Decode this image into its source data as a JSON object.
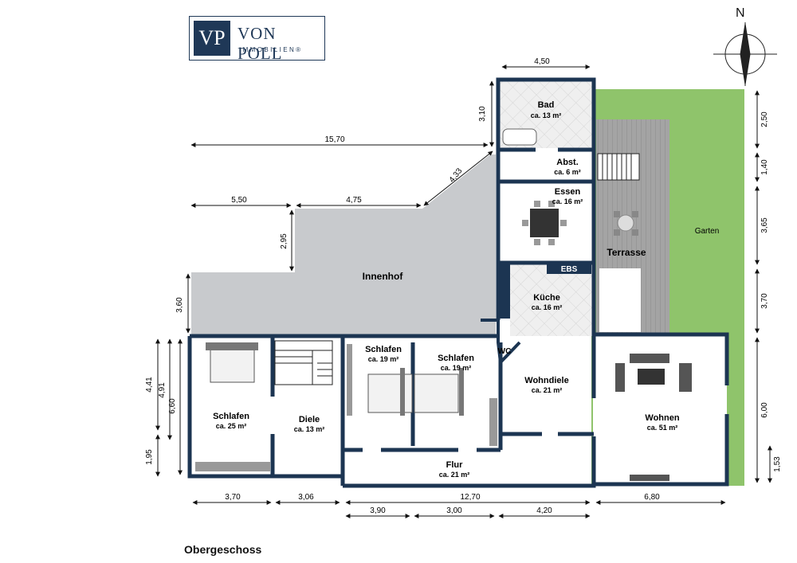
{
  "logo": {
    "monogram": "VP",
    "brand": "VON POLL",
    "subtitle": "IMMOBILIEN®"
  },
  "floor_label": "Obergeschoss",
  "compass_label": "N",
  "colors": {
    "wall": "#1c3552",
    "courtyard": "#c8cacd",
    "garden": "#8fc46b",
    "tile": "#ececec",
    "terrace": "#9e9e9e"
  },
  "rooms": [
    {
      "id": "bad",
      "name": "Bad",
      "area": "ca. 13 m²"
    },
    {
      "id": "abst",
      "name": "Abst.",
      "area": "ca. 6 m²"
    },
    {
      "id": "essen",
      "name": "Essen",
      "area": "ca. 16 m²"
    },
    {
      "id": "kueche",
      "name": "Küche",
      "area": "ca. 16 m²"
    },
    {
      "id": "ebs",
      "name": "EBS",
      "area": ""
    },
    {
      "id": "wc",
      "name": "WC",
      "area": ""
    },
    {
      "id": "innenhof",
      "name": "Innenhof",
      "area": ""
    },
    {
      "id": "terrasse",
      "name": "Terrasse",
      "area": ""
    },
    {
      "id": "garten",
      "name": "Garten",
      "area": ""
    },
    {
      "id": "schlafen1",
      "name": "Schlafen",
      "area": "ca. 25 m²"
    },
    {
      "id": "diele",
      "name": "Diele",
      "area": "ca. 13 m²"
    },
    {
      "id": "schlafen2",
      "name": "Schlafen",
      "area": "ca. 19 m²"
    },
    {
      "id": "schlafen3",
      "name": "Schlafen",
      "area": "ca. 19 m²"
    },
    {
      "id": "wohndiele",
      "name": "Wohndiele",
      "area": "ca. 21 m²"
    },
    {
      "id": "wohnen",
      "name": "Wohnen",
      "area": "ca. 51 m²"
    },
    {
      "id": "flur",
      "name": "Flur",
      "area": "ca. 21 m²"
    }
  ],
  "dimensions": [
    {
      "id": "top-bad",
      "label": "4,50"
    },
    {
      "id": "bad-height",
      "label": "3,10"
    },
    {
      "id": "court-top",
      "label": "15,70"
    },
    {
      "id": "court-diag",
      "label": "4,33"
    },
    {
      "id": "court-left",
      "label": "5,50"
    },
    {
      "id": "court-mid",
      "label": "4,75"
    },
    {
      "id": "court-step",
      "label": "2,95"
    },
    {
      "id": "court-side",
      "label": "3,60"
    },
    {
      "id": "left-a",
      "label": "4,41"
    },
    {
      "id": "left-b",
      "label": "4,91"
    },
    {
      "id": "left-c",
      "label": "6,60"
    },
    {
      "id": "left-d",
      "label": "1,95"
    },
    {
      "id": "right-a",
      "label": "2,50"
    },
    {
      "id": "right-b",
      "label": "1,40"
    },
    {
      "id": "right-c",
      "label": "3,65"
    },
    {
      "id": "right-d",
      "label": "3,70"
    },
    {
      "id": "right-e",
      "label": "6,00"
    },
    {
      "id": "right-f",
      "label": "1,53"
    },
    {
      "id": "bottom-a",
      "label": "3,70"
    },
    {
      "id": "bottom-b",
      "label": "3,06"
    },
    {
      "id": "bottom-c",
      "label": "12,70"
    },
    {
      "id": "bottom-d",
      "label": "6,80"
    },
    {
      "id": "bottom-e",
      "label": "3,90"
    },
    {
      "id": "bottom-f",
      "label": "3,00"
    },
    {
      "id": "bottom-g",
      "label": "4,20"
    }
  ]
}
